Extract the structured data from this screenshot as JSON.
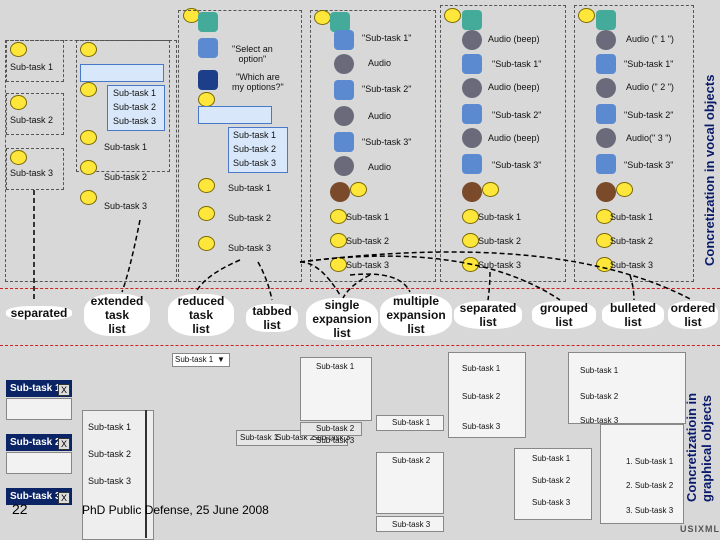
{
  "left_col": {
    "items": [
      "Sub-task 1",
      "Sub-task 2",
      "Sub-task 3"
    ],
    "caption": "separated"
  },
  "ext_col": {
    "blue_items": [
      "Sub-task 1",
      "Sub-task 2",
      "Sub-task 3"
    ],
    "items": [
      "Sub-task 1",
      "Sub-task 2",
      "Sub-task 3"
    ],
    "caption": "extended\ntask\nlist"
  },
  "reduced_col": {
    "prompt1": "\"Select an\noption\"",
    "prompt2": "\"Which are\nmy options?\"",
    "blue_items": [
      "Sub-task 1",
      "Sub-task 2",
      "Sub-task 3"
    ],
    "caption": "reduced\ntask\nlist"
  },
  "tabbed_col": {
    "items": [
      "Sub-task 1",
      "Sub-task 2",
      "Sub-task 3"
    ],
    "caption": "tabbed\nlist"
  },
  "vocal_col1": {
    "prompts": [
      "\"Sub-task 1\"",
      "Audio",
      "\"Sub-task 2\"",
      "Audio",
      "\"Sub-task 3\"",
      "Audio"
    ],
    "items": [
      "Sub-task 1",
      "Sub-task 2",
      "Sub-task 3"
    ],
    "caption_single": "single\nexpansion\nlist",
    "caption_multiple": "multiple\nexpansion\nlist"
  },
  "vocal_col2": {
    "prompts": [
      "Audio (beep)",
      "\"Sub-task 1\"",
      "Audio (beep)",
      "\"Sub-task 2\"",
      "Audio (beep)",
      "\"Sub-task 3\""
    ],
    "items": [
      "Sub-task 1",
      "Sub-task 2",
      "Sub-task 3"
    ],
    "caption": "separated\nlist",
    "caption2": "grouped\nlist"
  },
  "vocal_col3": {
    "prompts": [
      "Audio (\" 1 \")",
      "\"Sub-task 1\"",
      "Audio (\" 2 \")",
      "\"Sub-task 2\"",
      "Audio(\" 3 \")",
      "\"Sub-task 3\""
    ],
    "items": [
      "Sub-task 1",
      "Sub-task 2",
      "Sub-task 3"
    ],
    "caption": "bulleted\nlist",
    "caption2": "ordered\nlist"
  },
  "side_labels": {
    "vocal": "Concretization in vocal objects",
    "graphical": "Concretizatioin in\ngraphical objects"
  },
  "graphical": {
    "dark_items": [
      "Sub-task 1",
      "Sub-task 2",
      "Sub-task 3"
    ],
    "x": "X",
    "list_items": [
      "Sub-task 1",
      "Sub-task 2",
      "Sub-task 3"
    ],
    "dropdown": "Sub-task 1",
    "dropdown_arrow": "▼",
    "combo_items": [
      "Sub-task 1",
      "Sub-task 2",
      "Sub-task 3"
    ],
    "tabs": [
      "Sub-task 1",
      "Sub-task 2",
      "Sub-task 3"
    ],
    "multi_items": [
      "Sub-task 1",
      "Sub-task 2",
      "Sub-task 3"
    ],
    "sep_items": [
      "Sub-task 1",
      "Sub-task 2",
      "Sub-task 3"
    ],
    "grp_items": [
      "Sub-task 1",
      "Sub-task 2",
      "Sub-task 3"
    ],
    "bullet_items": [
      "Sub-task 1",
      "Sub-task 2",
      "Sub-task 3"
    ],
    "ordered_items": [
      "1. Sub-task 1",
      "2. Sub-task 2",
      "3. Sub-task 3"
    ]
  },
  "footer": {
    "page": "22",
    "text": "PhD Public Defense, 25 June 2008",
    "logo": "USIXML"
  },
  "colors": {
    "bubble": "#ffe63a",
    "dark": "#0a2466",
    "blue": "#d8e8fa",
    "red_sep": "#cc2222"
  }
}
